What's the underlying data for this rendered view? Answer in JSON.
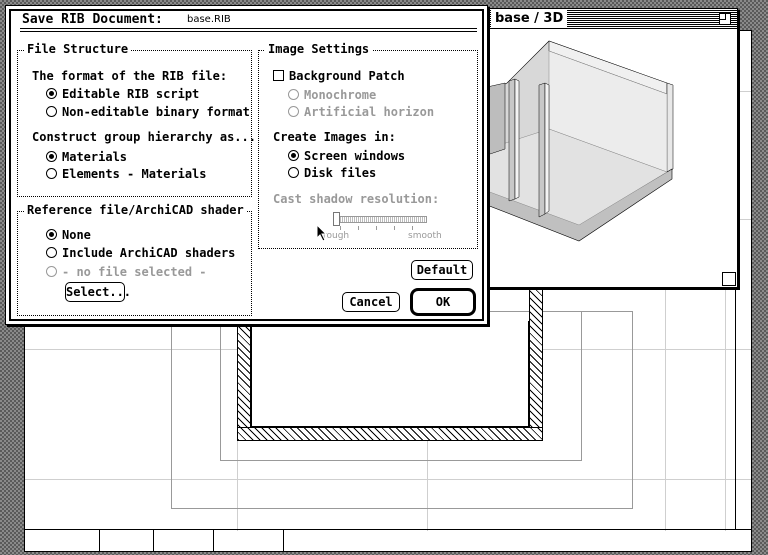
{
  "dialog": {
    "title": "Save RIB Document:",
    "filename": "base.RIB",
    "file_structure": {
      "title": "File Structure",
      "format_label": "The format of the RIB file:",
      "format_options": [
        "Editable RIB script",
        "Non-editable binary format"
      ],
      "format_selected": "Editable RIB script",
      "hierarchy_label": "Construct group hierarchy as...",
      "hierarchy_options": [
        "Materials",
        "Elements - Materials"
      ],
      "hierarchy_selected": "Materials"
    },
    "reference": {
      "title": "Reference file/ArchiCAD shader",
      "options": [
        "None",
        "Include ArchiCAD shaders",
        "- no file selected -"
      ],
      "selected": "None",
      "select_button": "Select..."
    },
    "image_settings": {
      "title": "Image Settings",
      "background_patch": "Background Patch",
      "background_patch_checked": false,
      "bg_options": [
        "Monochrome",
        "Artificial horizon"
      ],
      "create_label": "Create Images in:",
      "create_options": [
        "Screen windows",
        "Disk files"
      ],
      "create_selected": "Screen windows",
      "shadow_label": "Cast shadow resolution:",
      "shadow_min": "rough",
      "shadow_max": "smooth",
      "shadow_value": 0.0
    },
    "buttons": {
      "default": "Default",
      "cancel": "Cancel",
      "ok": "OK"
    }
  },
  "window_3d": {
    "title": "base / 3D"
  },
  "colors": {
    "desktop": "#8a8a8a",
    "window": "#ffffff",
    "disabled": "#999999"
  }
}
